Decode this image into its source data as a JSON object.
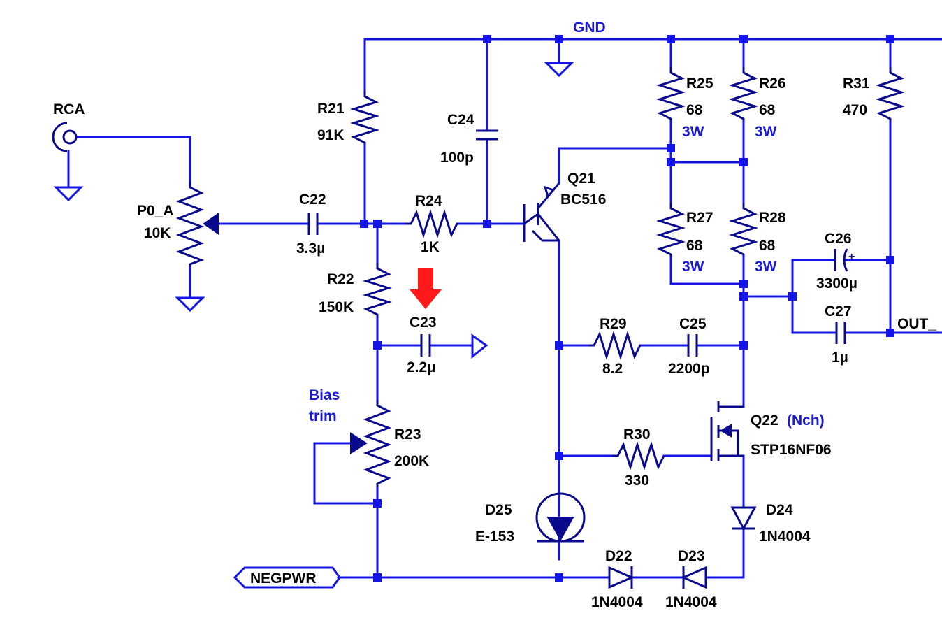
{
  "colors": {
    "wire": "#1414e6",
    "component": "#0a0a8c",
    "label": "#000000",
    "note": "#1a1ad6",
    "arrow": "#ff1a1a"
  },
  "nets": {
    "gnd": "GND",
    "out": "OUT_",
    "negpwr": "NEGPWR"
  },
  "connector": {
    "ref": "RCA"
  },
  "components": {
    "p0a": {
      "ref": "P0_A",
      "value": "10K"
    },
    "c22": {
      "ref": "C22",
      "value": "3.3µ"
    },
    "r21": {
      "ref": "R21",
      "value": "91K"
    },
    "r22": {
      "ref": "R22",
      "value": "150K"
    },
    "r23": {
      "ref": "R23",
      "value": "200K"
    },
    "r24": {
      "ref": "R24",
      "value": "1K"
    },
    "c23": {
      "ref": "C23",
      "value": "2.2µ"
    },
    "c24": {
      "ref": "C24",
      "value": "100p"
    },
    "q21": {
      "ref": "Q21",
      "value": "BC516"
    },
    "r25": {
      "ref": "R25",
      "value": "68",
      "power": "3W"
    },
    "r26": {
      "ref": "R26",
      "value": "68",
      "power": "3W"
    },
    "r27": {
      "ref": "R27",
      "value": "68",
      "power": "3W"
    },
    "r28": {
      "ref": "R28",
      "value": "68",
      "power": "3W"
    },
    "r29": {
      "ref": "R29",
      "value": "8.2"
    },
    "c25": {
      "ref": "C25",
      "value": "2200p"
    },
    "r30": {
      "ref": "R30",
      "value": "330"
    },
    "r31": {
      "ref": "R31",
      "value": "470"
    },
    "c26": {
      "ref": "C26",
      "value": "3300µ",
      "polarity": "+"
    },
    "c27": {
      "ref": "C27",
      "value": "1µ"
    },
    "q22": {
      "ref": "Q22",
      "note": "(Nch)",
      "value": "STP16NF06"
    },
    "d22": {
      "ref": "D22",
      "value": "1N4004"
    },
    "d23": {
      "ref": "D23",
      "value": "1N4004"
    },
    "d24": {
      "ref": "D24",
      "value": "1N4004"
    },
    "d25": {
      "ref": "D25",
      "value": "E-153"
    }
  },
  "notes": {
    "bias_line1": "Bias",
    "bias_line2": "trim"
  }
}
